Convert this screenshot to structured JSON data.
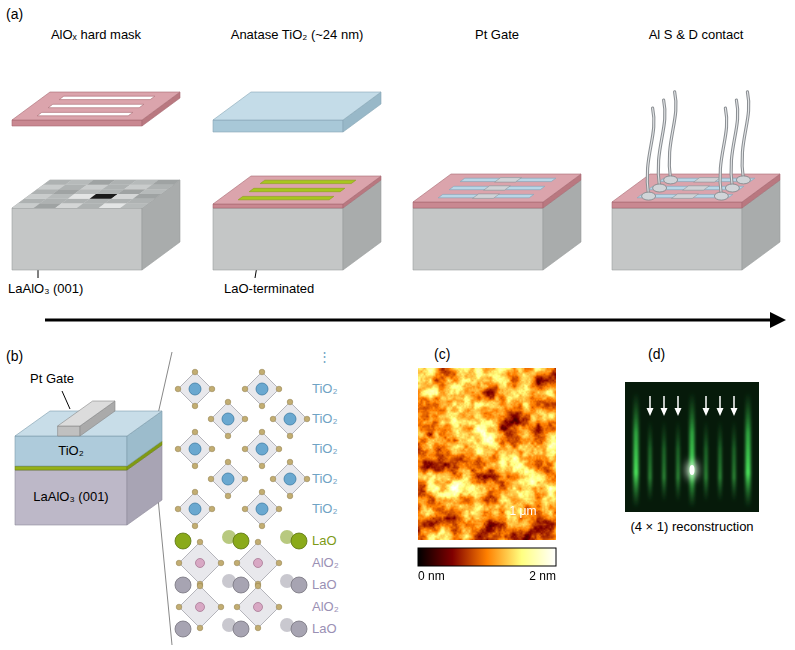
{
  "diagram": {
    "labels": [
      "(a)",
      "AlOₓ hard mask",
      "Anatase TiO₂ (~24 nm)",
      "Pt Gate",
      "Al S & D contact",
      "LaAlO₃ (001)",
      "LaO-terminated",
      "(b)",
      "Pt Gate",
      "TiO₂",
      "LaAlO₃ (001)",
      "⋮",
      "TiO₂",
      "TiO₂",
      "TiO₂",
      "TiO₂",
      "TiO₂",
      "LaO",
      "AlO₂",
      "LaO",
      "AlO₂",
      "LaO",
      "(c)",
      "1 μm",
      "0 nm",
      "2 nm",
      "(d)",
      "(4 × 1) reconstruction"
    ]
  }
}
